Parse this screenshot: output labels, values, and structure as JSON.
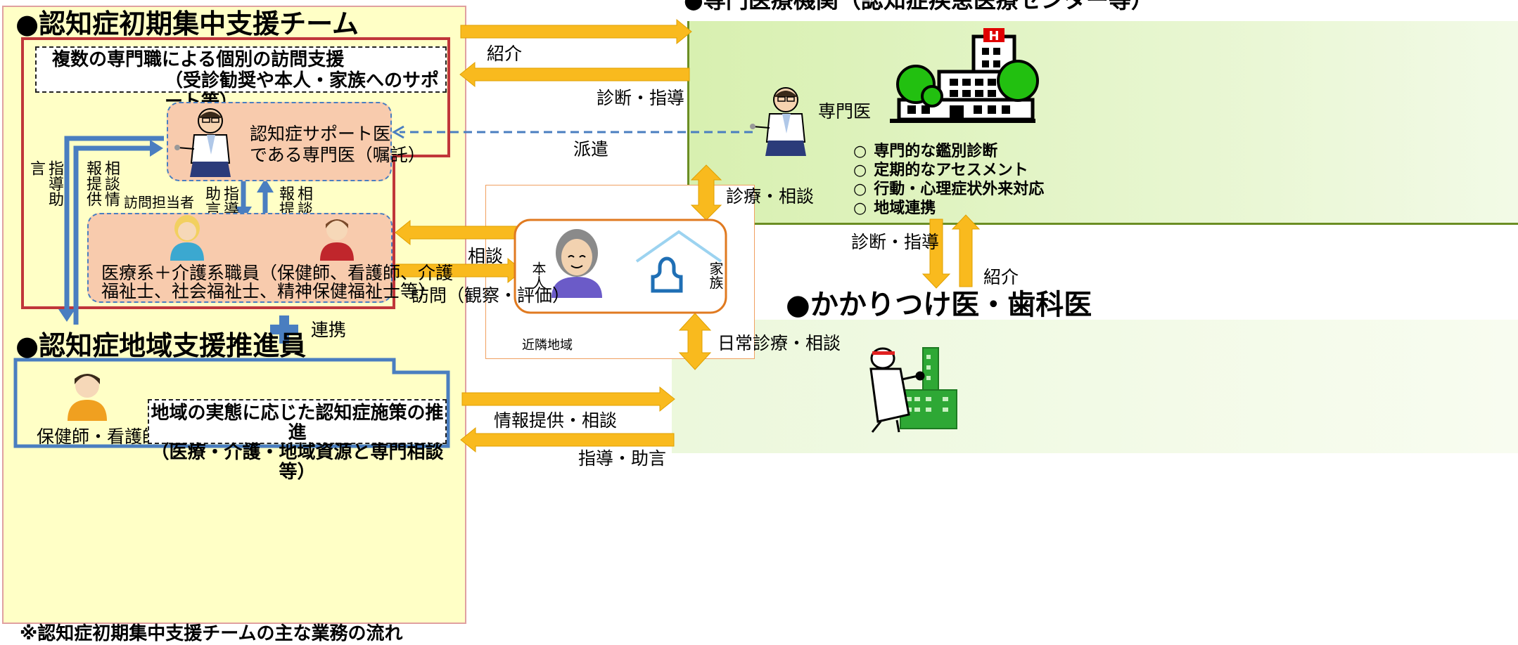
{
  "team": {
    "title": "●認知症初期集中支援チーム",
    "box_line1": "複数の専門職による個別の訪問支援",
    "box_line2": "（受診勧奨や本人・家族へのサポート等）",
    "doctor_label_1": "認知症サポート医",
    "doctor_label_2": "である専門医（嘱託）",
    "advice_outer": "指導助言",
    "info_outer": "相談情報提供",
    "visitor_label": "訪問担当者",
    "advice_inner": "指導助言",
    "info_inner": "相談情報提供",
    "staff_1": "医療系＋介護系職員（保健師、看護師、介護",
    "staff_2": "福祉士、社会福祉士、精神保健福祉士等）",
    "cooperation": "連携"
  },
  "promoter": {
    "title": "●認知症地域支援推進員",
    "person_label": "保健師・看護師等",
    "box_line1": "地域の実態に応じた認知症施策の推進",
    "box_line2": "（医療・介護・地域資源と専門相談等）"
  },
  "footer_note": "※認知症初期集中支援チームの主な業務の流れ",
  "specialist": {
    "title": "●専門医療機関（認知症疾患医療センター等）",
    "doctor_label": "専門医",
    "items": [
      "専門的な鑑別診断",
      "定期的なアセスメント",
      "行動・心理症状外来対応",
      "地域連携"
    ],
    "marker": "○"
  },
  "center": {
    "person_label": "本人",
    "family_label": "家族",
    "neighborhood": "近隣地域"
  },
  "gp": {
    "title": "●かかりつけ医・歯科医"
  },
  "arrows": {
    "referral_top": "紹介",
    "diagnosis_top": "診断・指導",
    "dispatch": "派遣",
    "consult": "相談",
    "visit": "訪問（観察・評価）",
    "clinic_consult": "診療・相談",
    "diagnosis_right": "診断・指導",
    "referral_right": "紹介",
    "daily_care": "日常診療・相談",
    "info_consult": "情報提供・相談",
    "guidance": "指導・助言"
  },
  "colors": {
    "team_bg": "#FFFFC6",
    "team_border": "#E0A0A0",
    "red_line": "#C0363A",
    "blue_line": "#4A7EC0",
    "peach": "#F8CBAD",
    "green_bg": "#E6F5CC",
    "green_border": "#6B8E23",
    "orange_arrow": "#F9BA1E",
    "house_blue": "#1F6FB5"
  }
}
